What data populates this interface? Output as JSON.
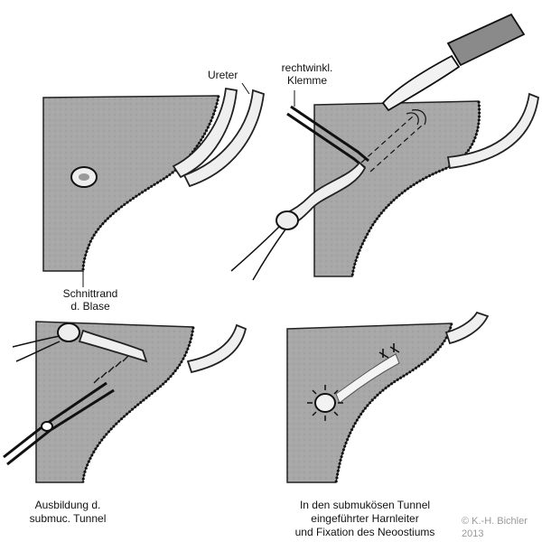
{
  "labels": {
    "ureter": "Ureter",
    "clamp": [
      "rechtwinkl.",
      "Klemme"
    ],
    "cut_edge": [
      "Schnittrand",
      "d. Blase"
    ],
    "tunnel_formation": [
      "Ausbildung d.",
      "submuc. Tunnel"
    ],
    "final_step": [
      "In den submukösen Tunnel",
      "eingeführter Harnleiter",
      "und Fixation des Neoostiums"
    ]
  },
  "copyright": [
    "© K.-H. Bichler",
    "2013"
  ],
  "colors": {
    "tissue": "#a8a8a8",
    "tissue_dark": "#7c7c7c",
    "ureter": "#efefef",
    "ink": "#111111",
    "copyright": "#9a9a9a"
  }
}
